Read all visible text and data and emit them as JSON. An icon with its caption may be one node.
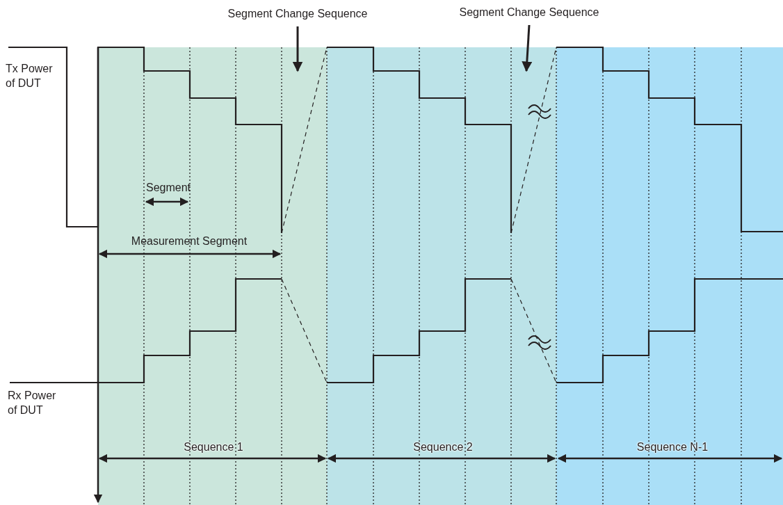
{
  "diagram": {
    "nodes": [
      {
        "text": [
          "Segment Change Sequence"
        ]
      },
      {
        "text": [
          "Segment Change Sequence"
        ]
      }
    ],
    "edges": [
      {
        "from": 0,
        "to": null,
        "arrow": "to"
      },
      {
        "from": 1,
        "to": null,
        "arrow": "to"
      }
    ],
    "labels": [
      "Tx Power of DUT",
      "Segment",
      "Measurement Segment",
      "Rx Power of DUT",
      "Sequence 1",
      "Sequence 2",
      "Sequence N-1"
    ]
  }
}
